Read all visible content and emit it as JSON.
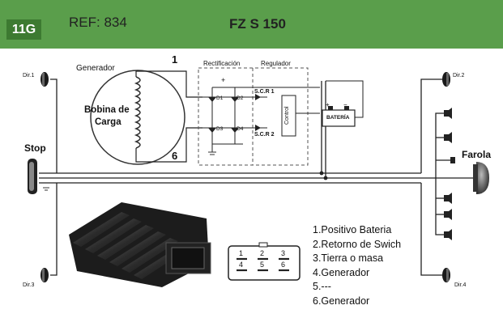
{
  "header": {
    "tag": "11G",
    "ref": "REF: 834",
    "model": "FZ S 150"
  },
  "diagram": {
    "generator_label": "Generador",
    "coil_label_1": "Bobina de",
    "coil_label_2": "Carga",
    "wire_1": "1",
    "wire_6": "6",
    "rectification_label": "Rectificación",
    "regulator_label": "Regulador",
    "plus": "+",
    "d1": "D1",
    "d2": "D2",
    "d3": "D3",
    "d4": "D4",
    "scr1": "S.C.R 1",
    "scr2": "S.C.R 2",
    "control": "Control",
    "battery": "BATERÍA",
    "battery_plus": "+",
    "battery_minus": "−",
    "dir1": "Dir.1",
    "dir2": "Dir.2",
    "dir3": "Dir.3",
    "dir4": "Dir.4",
    "stop": "Stop",
    "farola": "Farola"
  },
  "connector": {
    "top_numbers": [
      "1",
      "2",
      "3"
    ],
    "bottom_numbers": [
      "4",
      "5",
      "6"
    ]
  },
  "pin_list": [
    "1.Positivo Bateria",
    "2.Retorno de Swich",
    "3.Tierra o masa",
    "4.Generador",
    "5.---",
    "6.Generador"
  ]
}
